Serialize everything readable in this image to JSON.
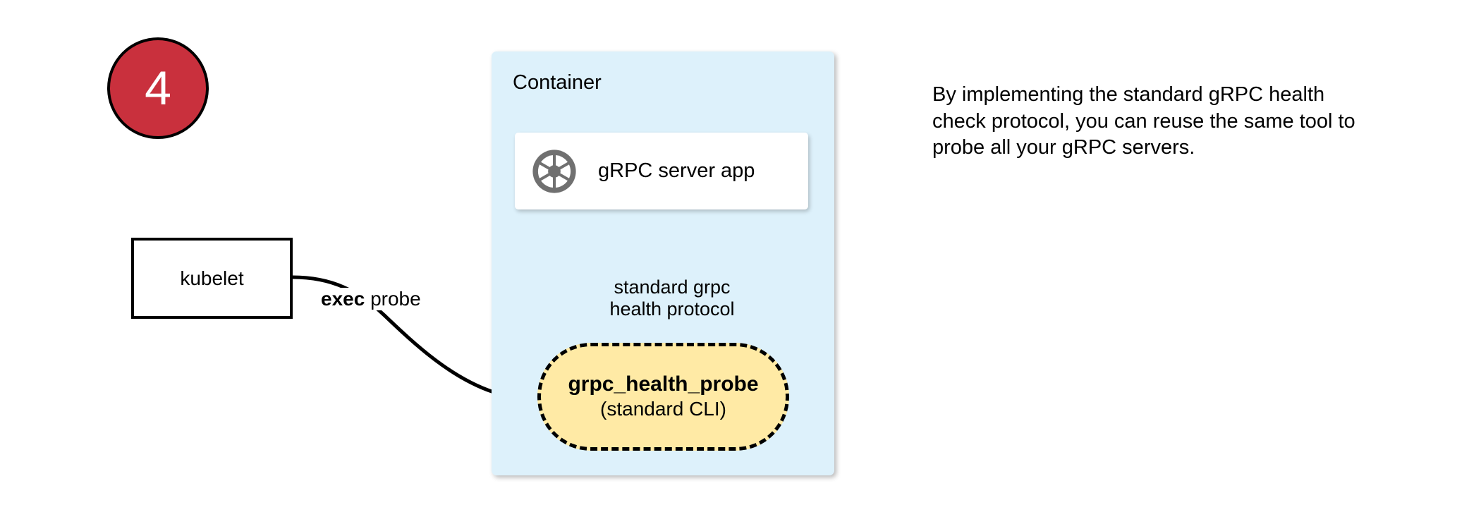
{
  "diagram": {
    "step_badge": {
      "number": "4",
      "fill_color": "#c9303d",
      "border_color": "#000000",
      "text_color": "#ffffff"
    },
    "kubelet": {
      "label": "kubelet"
    },
    "exec_probe": {
      "bold_text": "exec",
      "rest_text": " probe"
    },
    "container": {
      "title": "Container",
      "fill_color": "#ddf1fb"
    },
    "server_card": {
      "label": "gRPC server app",
      "icon": "aperture-icon",
      "icon_color": "#707070"
    },
    "protocol_arrow": {
      "line1": "standard grpc",
      "line2": "health protocol"
    },
    "health_probe": {
      "title": "grpc_health_probe",
      "subtitle": "(standard CLI)",
      "fill_color": "#ffeaa5",
      "border_style": "dashed"
    },
    "side_note": {
      "text": "By implementing the standard gRPC health check protocol, you can reuse the same tool to probe all your gRPC servers."
    }
  }
}
